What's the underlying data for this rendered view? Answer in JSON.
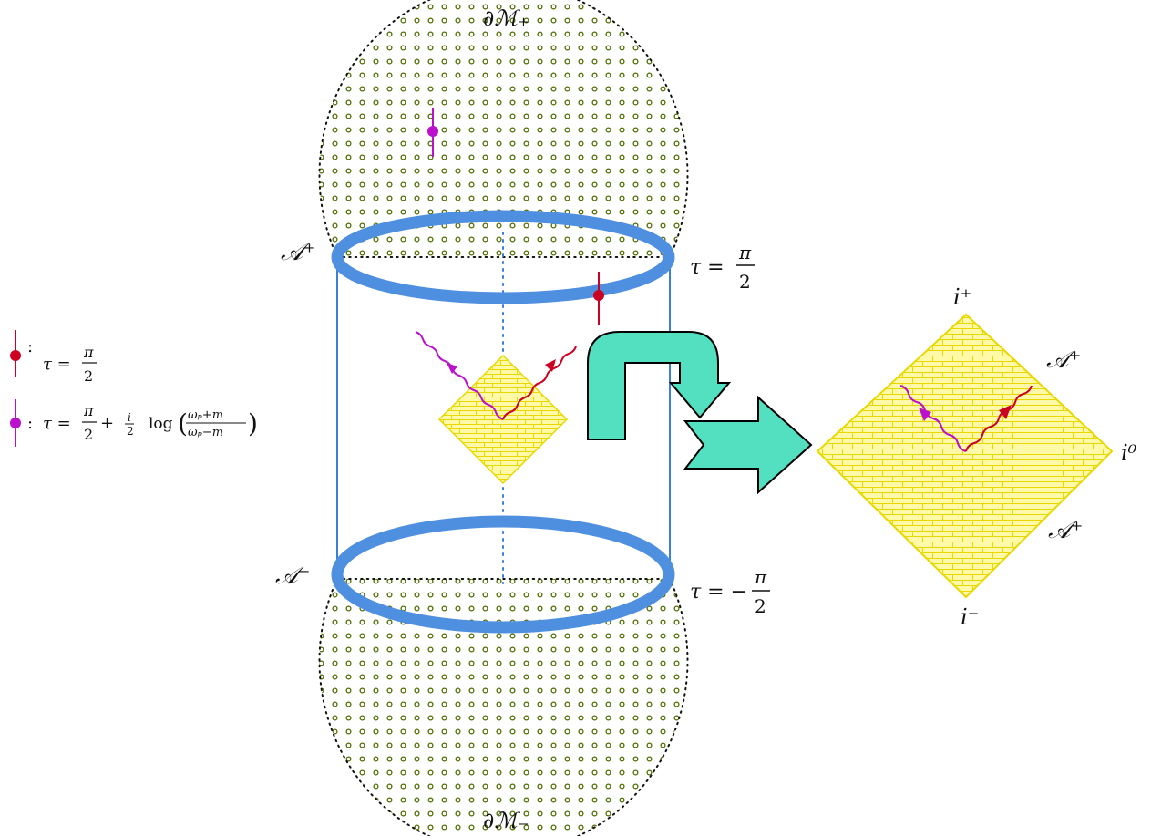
{
  "labels": {
    "boundary_top": "∂ℳ₊",
    "boundary_bottom": "∂ℳ₋",
    "scri_plus_cyl": "𝒜⁺",
    "scri_minus_cyl": "𝒜⁻",
    "tau_eq": "τ =",
    "tau_eq_neg": "τ = −",
    "pi": "π",
    "two": "2",
    "penrose_i_plus": "i⁺",
    "penrose_i_minus": "i⁻",
    "penrose_i_zero": "i⁰",
    "penrose_A_plus_upper": "𝒜⁺",
    "penrose_A_plus_lower": "𝒜⁺"
  },
  "legend": {
    "red_colon": ":",
    "red_tau": "τ =",
    "purple_colon": ":",
    "purple_tau": "τ =",
    "plus": "+",
    "i": "i",
    "log": "log",
    "omega_p_plus_m": "ωₚ+m",
    "omega_p_minus_m": "ωₚ−m",
    "lparen": "(",
    "rparen": ")"
  },
  "colors": {
    "ring": "#4f8fdf",
    "cylinder_line": "#3b7fd6",
    "dots": "#4d6b00",
    "diamond_fill": "#fff9a8",
    "diamond_brick": "#e8d800",
    "arrow_fill": "#52e0c0",
    "red": "#cc0022",
    "purple": "#bb11cc"
  }
}
